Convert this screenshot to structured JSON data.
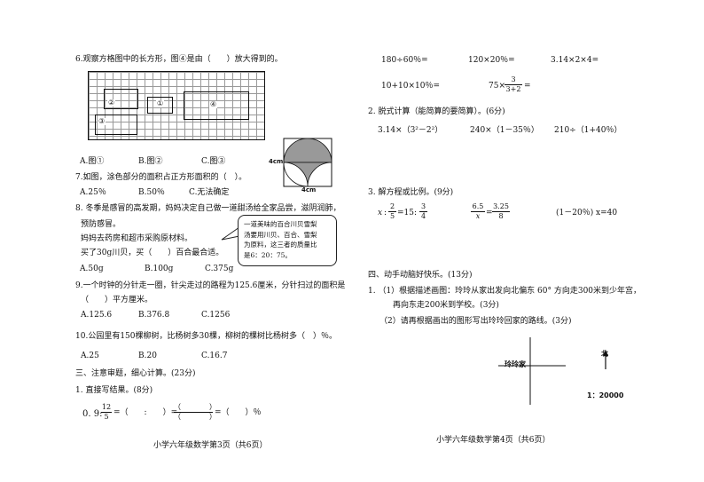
{
  "left": {
    "q6": {
      "question": "6.观察方格图中的长方形，图④是由（　　）放大得到的。",
      "shapes": [
        "②",
        "①",
        "③",
        "④"
      ],
      "options": [
        "A.图①",
        "B.图②",
        "C.图③"
      ]
    },
    "q7": {
      "question": "7.如图，涂色部分的面积占正方形面积的（　）。",
      "options": [
        "A.25％",
        "B.50％",
        "C.无法确定"
      ],
      "dim_side": "4cm",
      "dim_bottom": "4cm"
    },
    "q8": {
      "line1": "8. 冬季是感冒的高发期，妈妈决定自己做一道甜汤给全家品尝，滋阴润肺，",
      "line2": "预防感冒。",
      "line3": "妈妈去药房和超市采购原材料。",
      "line4": "买了30g川贝，买（　　）百合最合适。",
      "callout": [
        "一道美味的百合川贝雪梨",
        "汤要用川贝、百合、雪梨",
        "为原料，这三者的质量比",
        "是6：20：75。"
      ],
      "options": [
        "A.50g",
        "B.100g",
        "C.375g"
      ]
    },
    "q9": {
      "line1": "9.一个时钟的分针走一圈，针尖走过的路程为125.6厘米，分针扫过的面积是",
      "line2": "（　　）平方厘米。",
      "options": [
        "A.125.6",
        "B.376.8",
        "C.1256"
      ]
    },
    "q10": {
      "question": "10.公园里有150棵柳树，比杨树多30棵，柳树的棵树比杨树多（　）％。",
      "options": [
        "A.25",
        "B.20",
        "C.16.7"
      ]
    },
    "section3": "三、注意审题，细心计算。(23分)",
    "s3q1": "1. 直接写结果。(8分)",
    "ratio_row": {
      "lead": "0. 9:",
      "f_num": "12",
      "f_den": "5",
      "eq1": "=（　　:　　）=",
      "eq2": "=（　　）％"
    },
    "footer": "小学六年级数学第3页（共6页）"
  },
  "right": {
    "calc_row1": [
      "180÷60％=",
      "120×20％=",
      "3.14×2×4="
    ],
    "calc_row2_a": "10+10×10％=",
    "calc_row2_b_lead": "75×",
    "calc_row2_b_num": "3",
    "calc_row2_b_den": "3+2",
    "calc_row2_b_tail": "=",
    "q2_title": "2. 脱式计算（能简算的要简算）。(6分)",
    "q2_items": [
      "3.14×（3²－2²）",
      "240×（1－35％）",
      "210÷（1+40％）"
    ],
    "q3_title": "3. 解方程或比例。(9分)",
    "eq1": {
      "x": "x",
      "colon1": ":",
      "n1": "2",
      "d1": "5",
      "mid": "=15:",
      "n2": "3",
      "d2": "4"
    },
    "eq2": {
      "n1": "6.5",
      "d1": "x",
      "eq": "=",
      "n2": "3.25",
      "d2": "8"
    },
    "eq3": "(1－20％) x=40",
    "section4": "四、动手动脑好快乐。(13分)",
    "s4q1_line1": "1. （1）根据描述画图：玲玲从家出发向北偏东 60° 方向走300米到少年宫，",
    "s4q1_line2": "再向东走200米到学校。(3分)",
    "s4q1_line3": "（2）请再根据画出的图形写出玲玲回家的路线。(3分)",
    "home_label": "玲玲家",
    "north_label": "北",
    "scale": "1：20000",
    "footer": "小学六年级数学第4页（共6页）"
  }
}
